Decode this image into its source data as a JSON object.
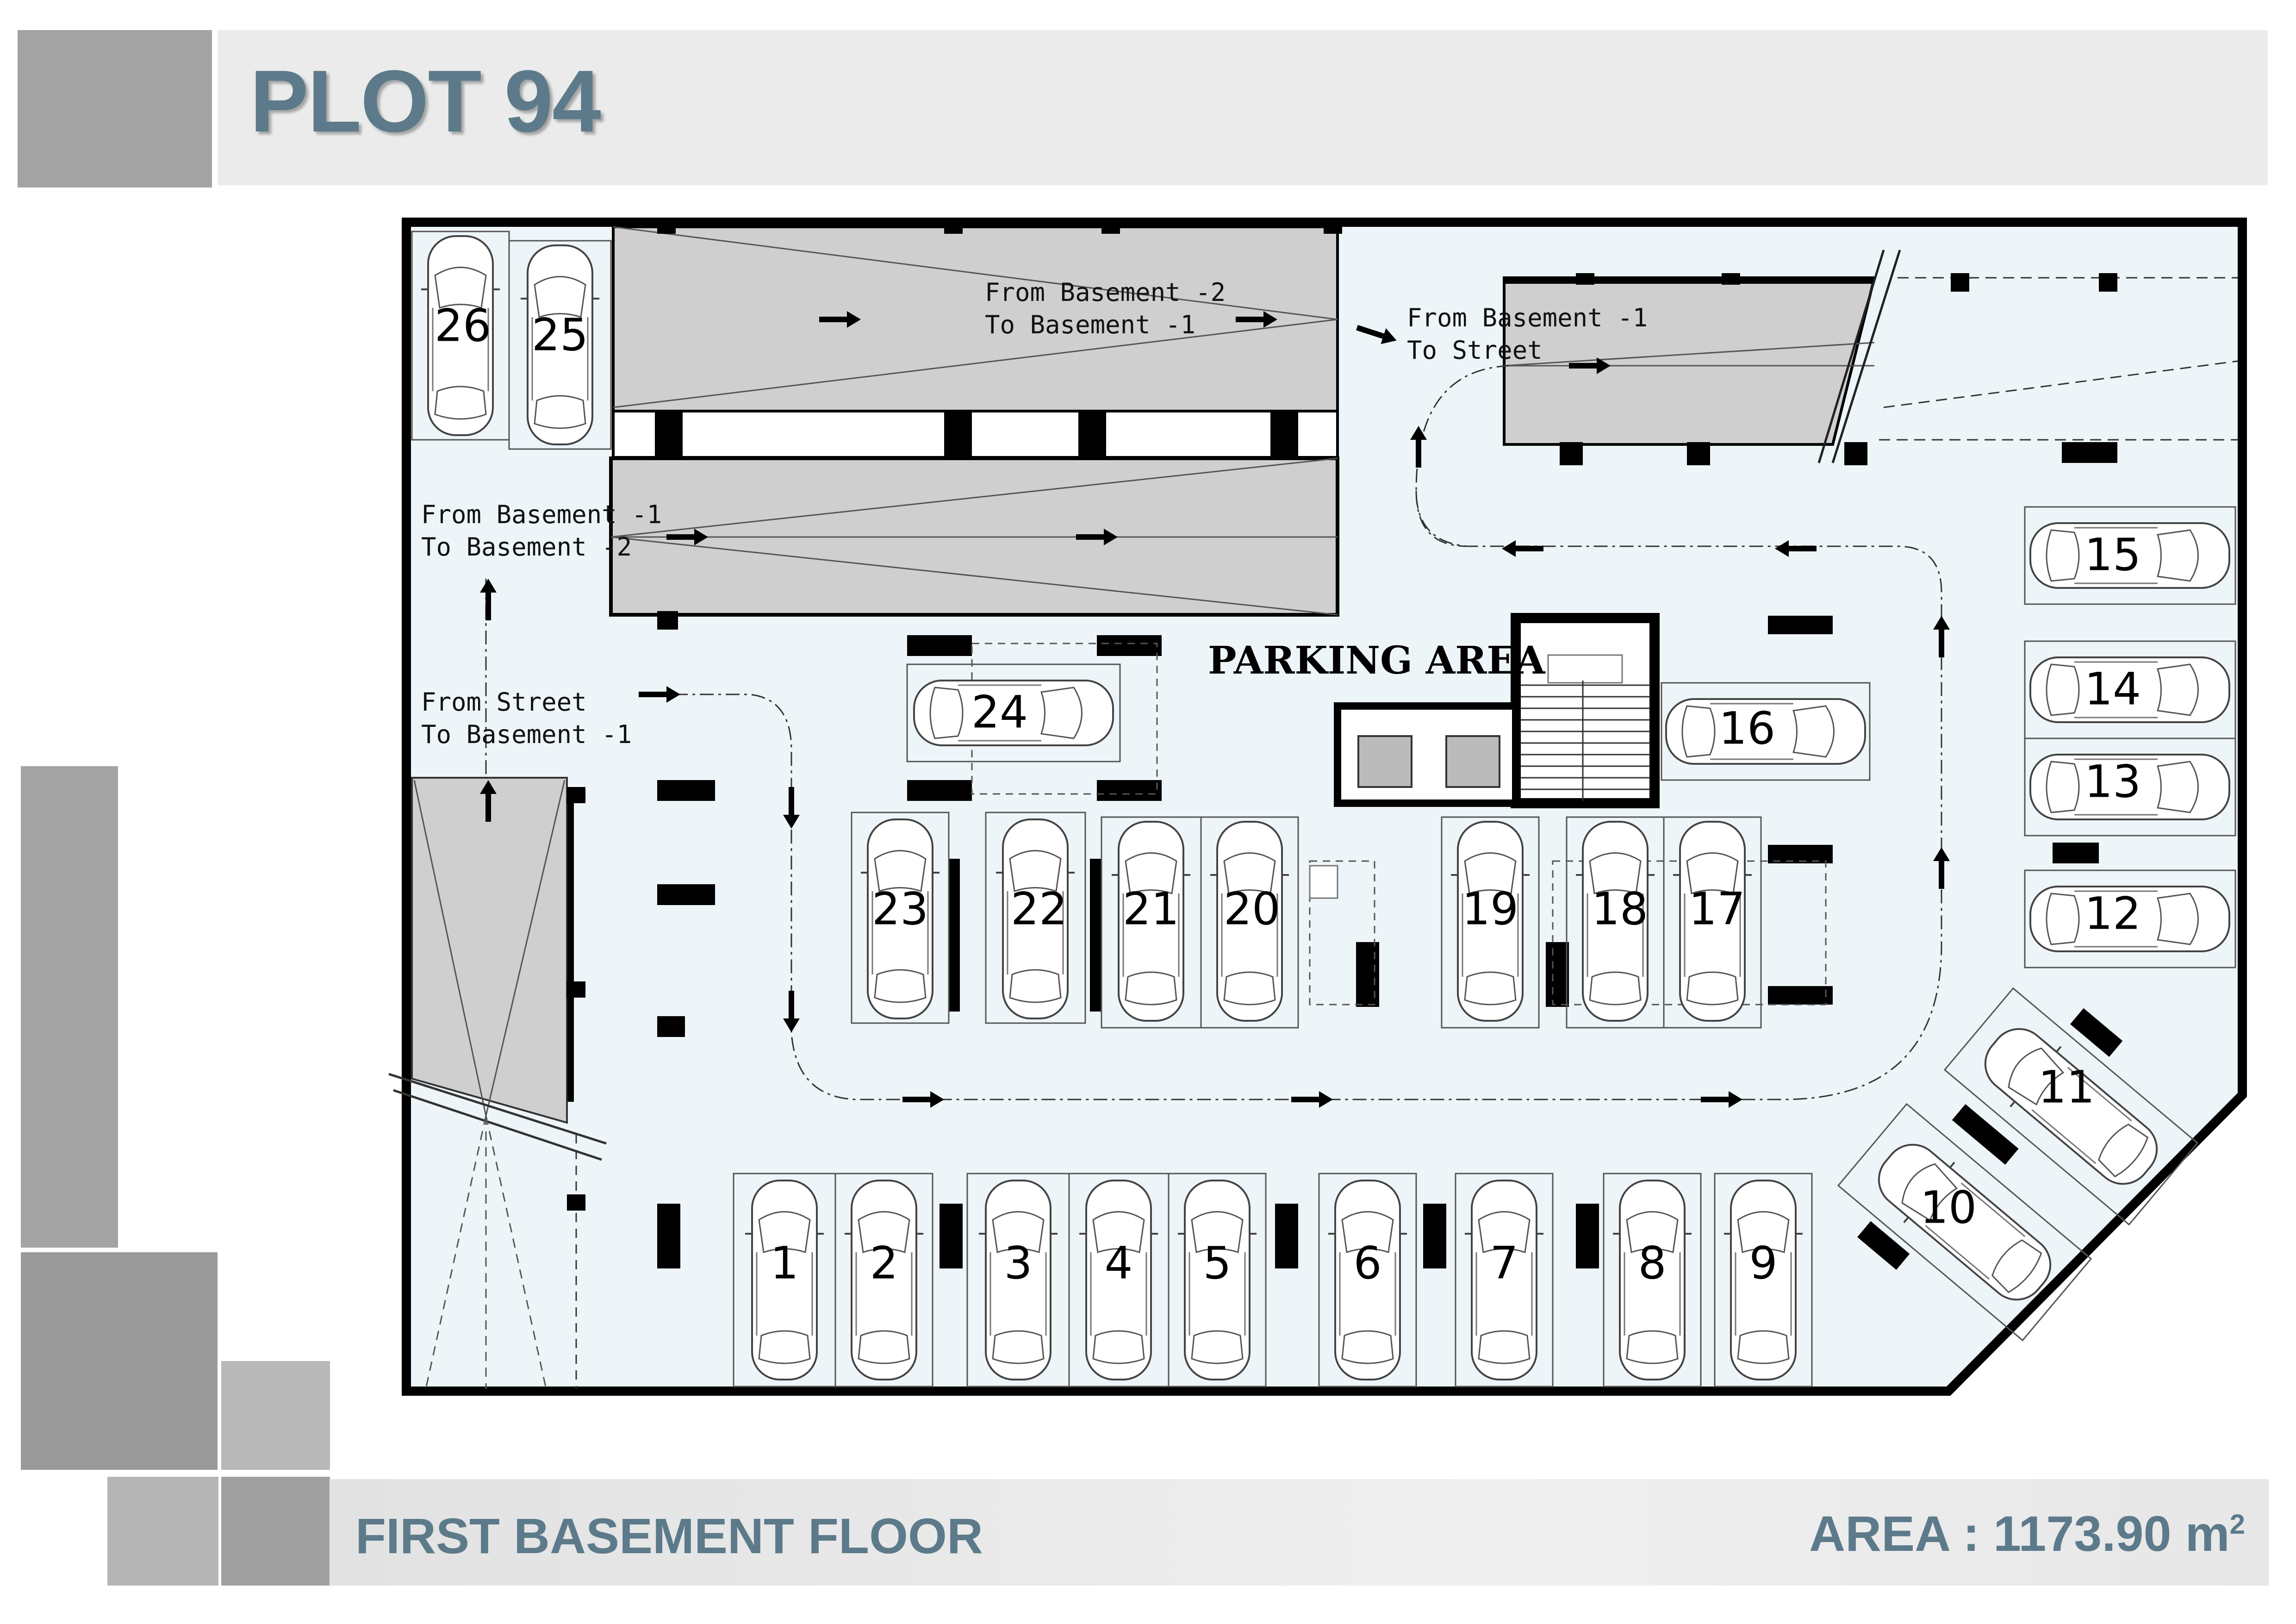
{
  "header": {
    "title": "PLOT 94"
  },
  "footer": {
    "floor_title": "FIRST BASEMENT FLOOR",
    "area_label": "AREA : 1173.90 m",
    "area_unit_sup": "2"
  },
  "plan": {
    "ramp_labels": [
      {
        "line1": "From Basement -2",
        "line2": "To Basement -1"
      },
      {
        "line1": "From Basement -1",
        "line2": "To Street"
      },
      {
        "line1": "From Basement -1",
        "line2": "To Basement -2"
      },
      {
        "line1": "From Street",
        "line2": "To Basement -1"
      }
    ],
    "parking_area_label": "PARKING AREA",
    "spaces": [
      "1",
      "2",
      "3",
      "4",
      "5",
      "6",
      "7",
      "8",
      "9",
      "10",
      "11",
      "12",
      "13",
      "14",
      "15",
      "16",
      "17",
      "18",
      "19",
      "20",
      "21",
      "22",
      "23",
      "24",
      "25",
      "26"
    ]
  },
  "colors": {
    "title": "#5c7a8a",
    "floor_fill": "#eef5f9",
    "ramp_fill": "#cfcfcf",
    "wall": "#000000",
    "deco_gray": "#a3a3a3"
  }
}
